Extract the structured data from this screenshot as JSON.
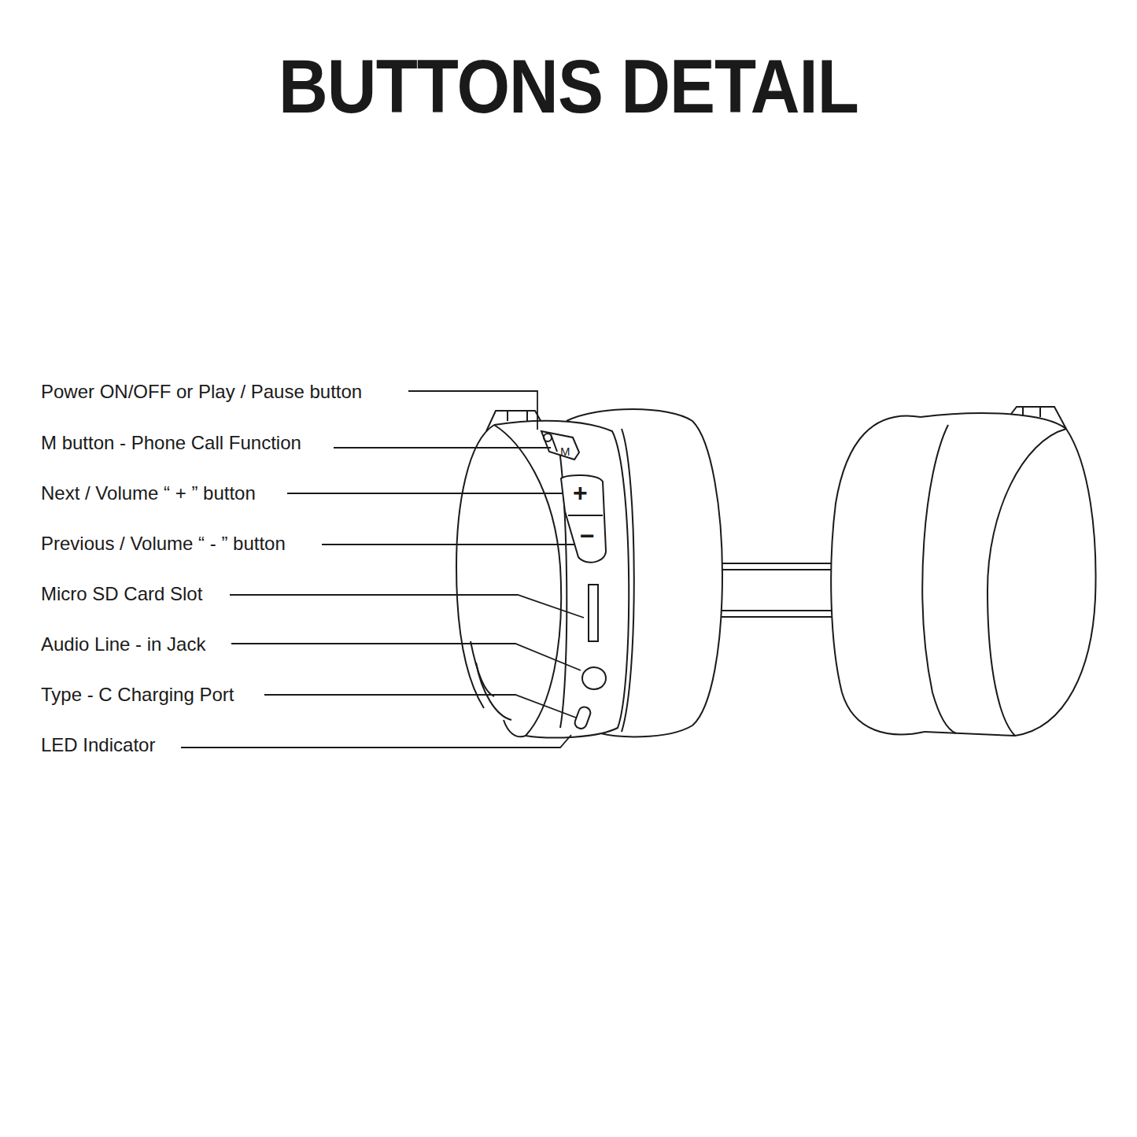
{
  "diagram": {
    "title": "BUTTONS DETAIL",
    "labels": [
      "Power ON/OFF or Play / Pause button",
      "M button - Phone Call Function",
      "Next / Volume “ + ” button",
      "Previous / Volume “ - ” button",
      "Micro SD Card Slot",
      "Audio Line - in Jack",
      "Type - C Charging Port",
      "LED Indicator",
      "M",
      "+",
      "−"
    ]
  }
}
